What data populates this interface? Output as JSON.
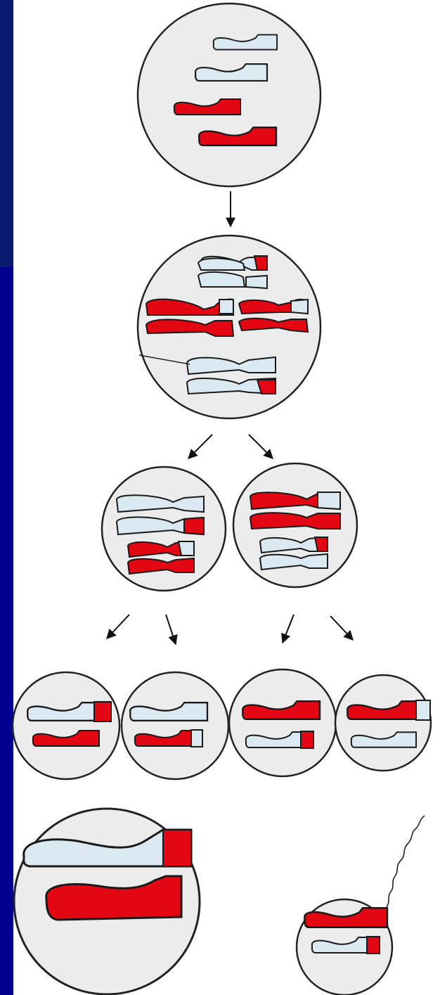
{
  "colors": {
    "sidebar_top": "#0a1a6e",
    "sidebar_bottom": "#00008f",
    "cell_fill": "#ececec",
    "cell_stroke": "#222222",
    "maternal_chromosome": "#e30613",
    "paternal_chromosome": "#dbeaf2",
    "chromosome_outline": "#1a1a1a",
    "arrow": "#111111"
  },
  "icons": {
    "arrow": "arrow-down-icon",
    "sperm_tail": "wavy-tail-icon"
  },
  "stages": [
    {
      "name": "parent-cell"
    },
    {
      "name": "meiosis-1-crossing-over"
    },
    {
      "name": "meiosis-1-daughter-cells"
    },
    {
      "name": "meiosis-2-gametes"
    },
    {
      "name": "fertilization"
    }
  ]
}
